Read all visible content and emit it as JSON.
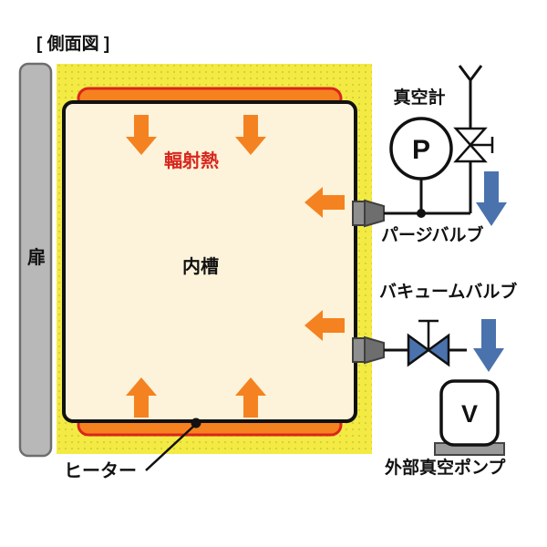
{
  "title": "[ 側面図 ]",
  "diagram": {
    "door_label": "扉",
    "chamber_label": "内槽",
    "radiant_heat_label": "輻射熱",
    "heater_label": "ヒーター",
    "vacuum_gauge_label": "真空計",
    "gauge_symbol": "P",
    "purge_valve_label": "パージバルブ",
    "vacuum_valve_label": "バキュームバルブ",
    "pump_symbol": "V",
    "pump_label": "外部真空ポンプ"
  },
  "colors": {
    "insulation_yellow": "#f3eb44",
    "insulation_dot": "#d8ce33",
    "chamber_fill": "#fdf3da",
    "heater_orange": "#f5821f",
    "heater_outline": "#da251c",
    "radiant_arrow_orange": "#f58220",
    "radiant_text_red": "#d7261d",
    "flow_arrow_blue": "#4a72ad",
    "door_gray": "#b8b8b8",
    "port_gray": "#8f8f8f",
    "pipe_black": "#111111"
  }
}
